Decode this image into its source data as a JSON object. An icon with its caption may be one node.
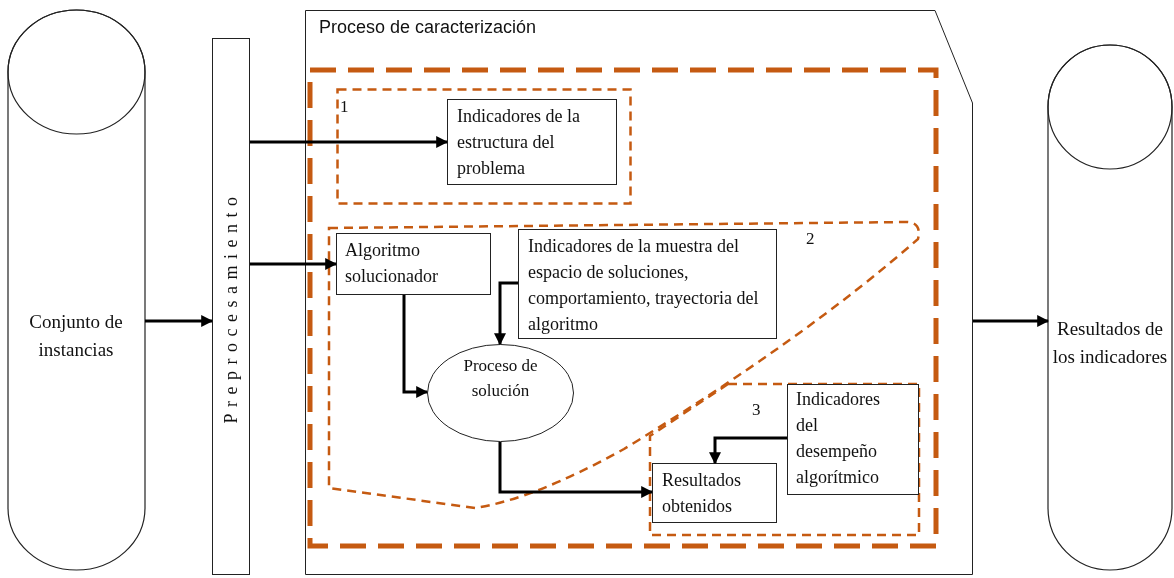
{
  "diagram": {
    "nodes": [
      {
        "text": [
          "Conjunto de instancias"
        ]
      },
      {
        "text": [
          "Preprocesamiento"
        ]
      },
      {
        "text": [
          "Proceso de caracterización"
        ]
      },
      {
        "text": [],
        "shape": "box",
        "in": 2
      },
      {
        "text": [
          "1"
        ],
        "in": 3
      },
      {
        "text": [
          "Indicadores de la estructura del problema"
        ],
        "in": 4
      },
      {
        "text": [
          "2"
        ],
        "in": 3
      },
      {
        "text": [
          "Algoritmo solucionador"
        ],
        "in": 6
      },
      {
        "text": [
          "Indicadores de la muestra del espacio de soluciones, comportamiento, trayectoria del algoritmo"
        ],
        "in": 6
      },
      {
        "text": [
          "Proceso de solución"
        ],
        "in": 6
      },
      {
        "text": [
          "3"
        ],
        "in": 3
      },
      {
        "text": [
          "Resultados obtenidos"
        ],
        "in": 10
      },
      {
        "text": [
          "Indicadores del desempeño algorítmico"
        ],
        "in": 10
      },
      {
        "text": [
          "Resultados de los indicadores"
        ]
      }
    ],
    "edges": [
      {
        "from": 0,
        "to": 1,
        "arrow": "to"
      },
      {
        "from": 1,
        "to": 5,
        "arrow": "to"
      },
      {
        "from": 1,
        "to": 7,
        "arrow": "to"
      },
      {
        "from": 7,
        "to": 9,
        "arrow": "to"
      },
      {
        "from": 8,
        "to": 9,
        "arrow": "to"
      },
      {
        "from": 9,
        "to": 11,
        "arrow": "to"
      },
      {
        "from": 12,
        "to": 11,
        "arrow": "to"
      },
      {
        "from": 2,
        "to": 13,
        "arrow": "to"
      }
    ]
  }
}
